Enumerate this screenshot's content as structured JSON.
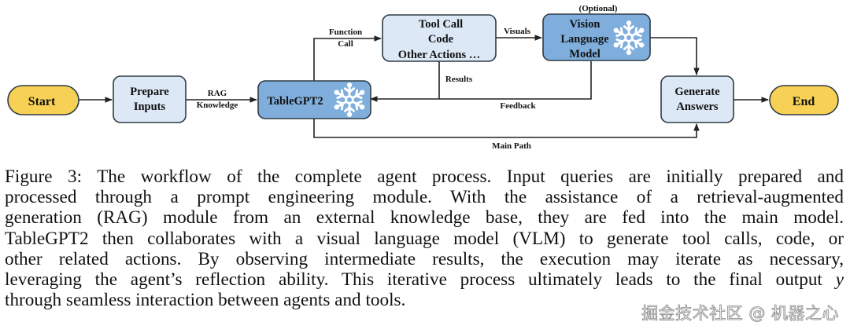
{
  "diagram": {
    "colors": {
      "terminal_fill": "#F7D155",
      "light_fill": "#DCE8F6",
      "model_fill": "#7FAEDD",
      "stroke": "#2F3B45",
      "snowflake": "#FFFFFF"
    },
    "nodes": {
      "start": "Start",
      "prepare": [
        "Prepare",
        "Inputs"
      ],
      "tablegpt": "TableGPT2",
      "tools": [
        "Tool Call",
        "Code",
        "Other Actions …"
      ],
      "vlm_tag": "(Optional)",
      "vlm": [
        "Vision",
        "Language",
        "Model"
      ],
      "generate": [
        "Generate",
        "Answers"
      ],
      "end": "End"
    },
    "edges": {
      "rag": [
        "RAG",
        "Knowledge"
      ],
      "function_call": [
        "Function",
        "Call"
      ],
      "visuals": "Visuals",
      "results": "Results",
      "feedback": "Feedback",
      "main_path": "Main Path"
    },
    "icons": {
      "tablegpt": "snowflake-icon",
      "vlm": "snowflake-icon"
    }
  },
  "caption": {
    "lines": [
      "Figure 3: The workflow of the complete agent process. Input queries are initially prepared and",
      "processed through a prompt engineering module. With the assistance of a retrieval-augmented",
      "generation (RAG) module from an external knowledge base, they are fed into the main model.",
      "TableGPT2 then collaborates with a visual language model (VLM) to generate tool calls, code, or",
      "other related actions. By observing intermediate results, the execution may iterate as necessary,",
      "leveraging the agent’s reflection ability. This iterative process ultimately leads to the final output",
      "through seamless interaction between agents and tools."
    ],
    "output_variable": "y"
  },
  "watermark": "掘金技术社区 @ 机器之心"
}
